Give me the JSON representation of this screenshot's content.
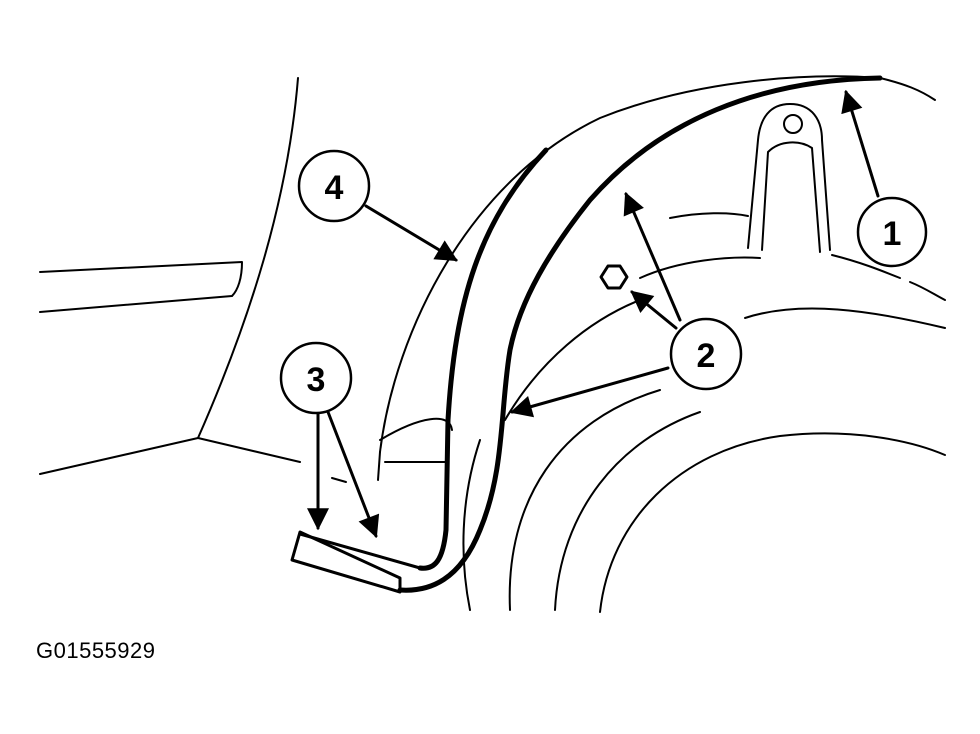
{
  "callouts": {
    "c1": "1",
    "c2": "2",
    "c3": "3",
    "c4": "4"
  },
  "figure_id": "G01555929"
}
